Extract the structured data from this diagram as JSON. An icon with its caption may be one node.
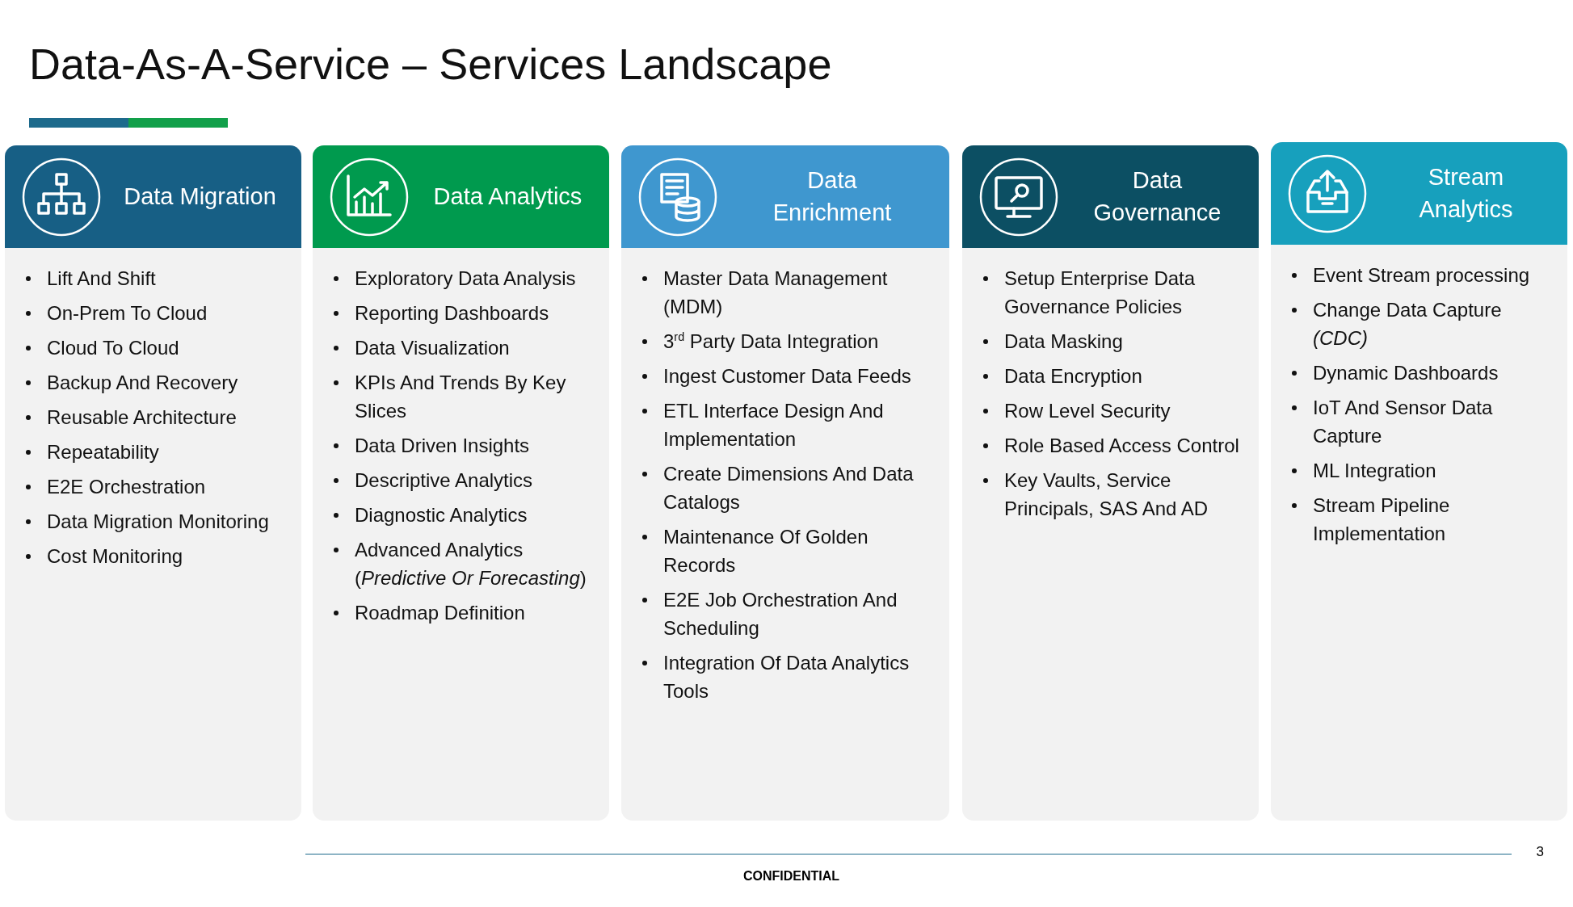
{
  "diagram": {
    "title": "Data-As-A-Service – Services Landscape",
    "nodes": [
      {
        "text": [
          "Data Migration",
          "Lift And Shift",
          "On-Prem To Cloud",
          "Cloud To Cloud",
          "Backup And Recovery",
          "Reusable Architecture",
          "Repeatability",
          "E2E Orchestration",
          "Data Migration Monitoring",
          "Cost Monitoring"
        ]
      },
      {
        "text": [
          "Data Analytics",
          "Exploratory Data Analysis",
          "Reporting Dashboards",
          "Data Visualization",
          "KPIs And Trends By Key Slices",
          "Data Driven Insights",
          "Descriptive Analytics",
          "Diagnostic Analytics",
          "Advanced Analytics (*Predictive Or Forecasting*)",
          "Roadmap Definition"
        ]
      },
      {
        "text": [
          "Data Enrichment",
          "Master Data Management (MDM)",
          "3$^{rd}$ Party Data Integration",
          "Ingest Customer Data Feeds",
          "ETL Interface Design And Implementation",
          "Create Dimensions And Data Catalogs",
          "Maintenance Of Golden Records",
          "E2E Job Orchestration And Scheduling",
          "Integration Of Data Analytics Tools"
        ]
      },
      {
        "text": [
          "Data Governance",
          "Setup Enterprise Data Governance Policies",
          "Data Masking",
          "Data Encryption",
          "Row Level Security",
          "Role Based Access Control",
          "Key Vaults, Service Principals, SAS And AD"
        ]
      },
      {
        "text": [
          "Stream Analytics",
          "Event Stream processing",
          "Change Data Capture *(CDC)*",
          "Dynamic Dashboards",
          "IoT And Sensor Data Capture",
          "ML Integration",
          "Stream Pipeline Implementation"
        ]
      }
    ],
    "labels": [
      "3",
      "CONFIDENTIAL"
    ]
  }
}
